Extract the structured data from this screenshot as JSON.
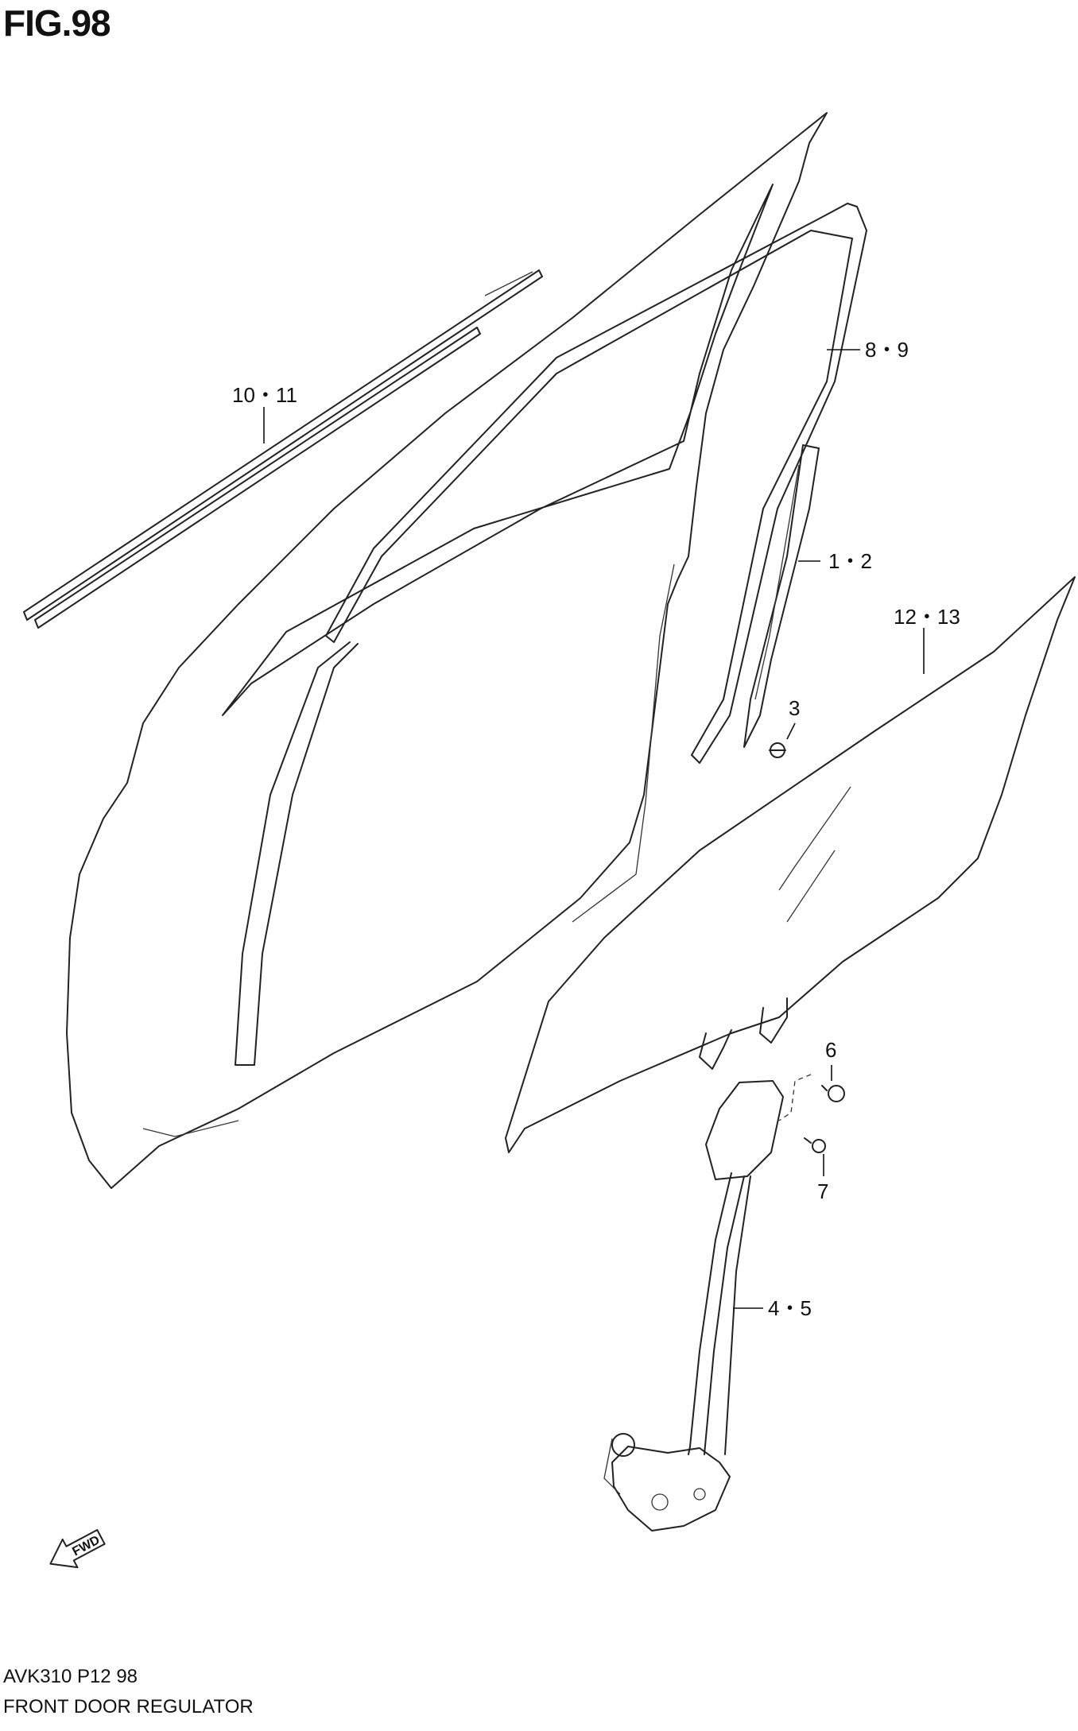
{
  "figure": {
    "title": "FIG.98"
  },
  "callouts": [
    {
      "id": "10-11",
      "text": "10・11"
    },
    {
      "id": "8-9",
      "text": "8・9"
    },
    {
      "id": "1-2",
      "text": "1・2"
    },
    {
      "id": "12-13",
      "text": "12・13"
    },
    {
      "id": "3",
      "text": "3"
    },
    {
      "id": "6",
      "text": "6"
    },
    {
      "id": "7",
      "text": "7"
    },
    {
      "id": "4-5",
      "text": "4・5"
    }
  ],
  "fwd_marker": {
    "text": "FWD"
  },
  "footer": {
    "code": "AVK310 P12 98",
    "name": "FRONT DOOR REGULATOR"
  }
}
